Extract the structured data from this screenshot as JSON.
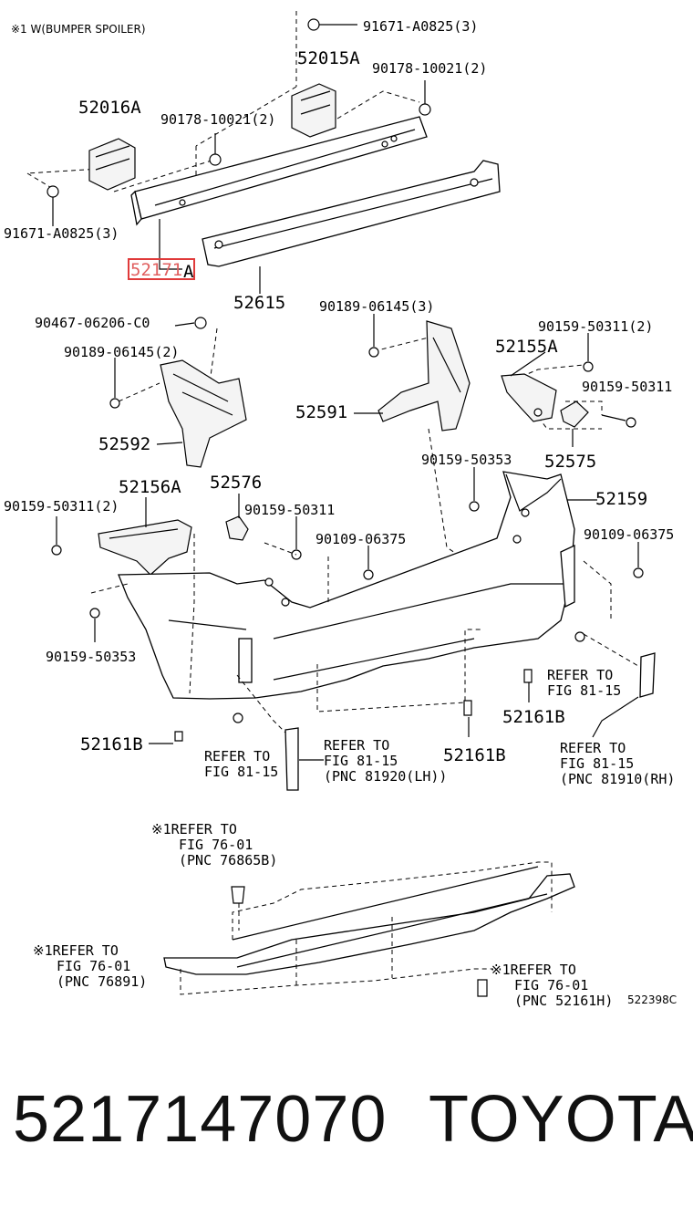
{
  "note": "※1 W(BUMPER SPOILER)",
  "highlight_color": "#e03a3a",
  "labels": {
    "p91671_top": "91671-A0825(3)",
    "p52015A": "52015A",
    "p90178_right": "90178-10021(2)",
    "p52016A": "52016A",
    "p90178_left": "90178-10021(2)",
    "p91671_left": "91671-A0825(3)",
    "p52171A_hl": "52171",
    "p52171A_suffix": "A",
    "p52615": "52615",
    "p90467": "90467-06206-C0",
    "p90189_left": "90189-06145(2)",
    "p52592": "52592",
    "p90189_right": "90189-06145(3)",
    "p52591": "52591",
    "p90159_top": "90159-50311(2)",
    "p52155A": "52155A",
    "p90159_single_r": "90159-50311",
    "p52575": "52575",
    "p90159_50353_top": "90159-50353",
    "p52159": "52159",
    "p52156A": "52156A",
    "p52576": "52576",
    "p90159_left2": "90159-50311(2)",
    "p90159_single_c": "90159-50311",
    "p90109_c": "90109-06375",
    "p90109_r": "90109-06375",
    "p90159_50353_left": "90159-50353",
    "p52161B_left": "52161B",
    "refer_81_15_a1": "REFER TO",
    "refer_81_15_a2": "FIG 81-15",
    "refer_81920_1": "REFER TO",
    "refer_81920_2": "FIG 81-15",
    "refer_81920_3": "(PNC 81920(LH))",
    "p52161B_mid": "52161B",
    "refer_81_15_b1": "REFER TO",
    "refer_81_15_b2": "FIG 81-15",
    "p52161B_right": "52161B",
    "refer_81910_1": "REFER TO",
    "refer_81910_2": "FIG 81-15",
    "refer_81910_3": "(PNC 81910(RH)",
    "refer_76865_1": "※1REFER TO",
    "refer_76865_2": "FIG 76-01",
    "refer_76865_3": "(PNC 76865B)",
    "refer_76891_1": "※1REFER TO",
    "refer_76891_2": "FIG 76-01",
    "refer_76891_3": "(PNC 76891)",
    "refer_52161H_1": "※1REFER TO",
    "refer_52161H_2": "FIG 76-01",
    "refer_52161H_3": "(PNC 52161H)",
    "fig_code": "522398C"
  },
  "footer": {
    "part_number": "5217147070",
    "brand": "TOYOTA"
  }
}
